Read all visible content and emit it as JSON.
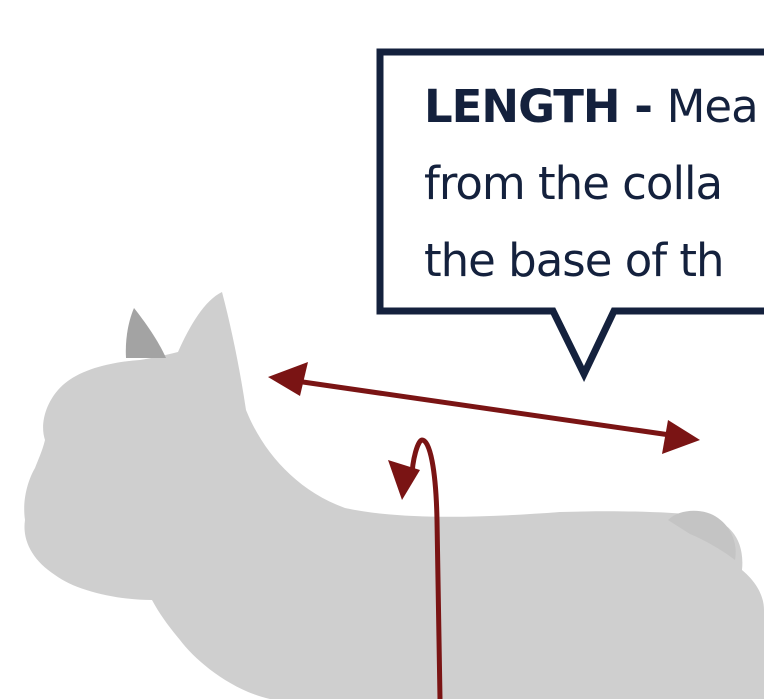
{
  "callout": {
    "heading": "LENGTH",
    "separator": " - ",
    "line1_rest": "Mea",
    "line2": "from the colla",
    "line3": "the base of th"
  },
  "colors": {
    "silhouette": "#cfcfcf",
    "ear_inner": "#9e9e9e",
    "arrow": "#7a1414",
    "callout_border": "#14213d",
    "text": "#14213d"
  }
}
